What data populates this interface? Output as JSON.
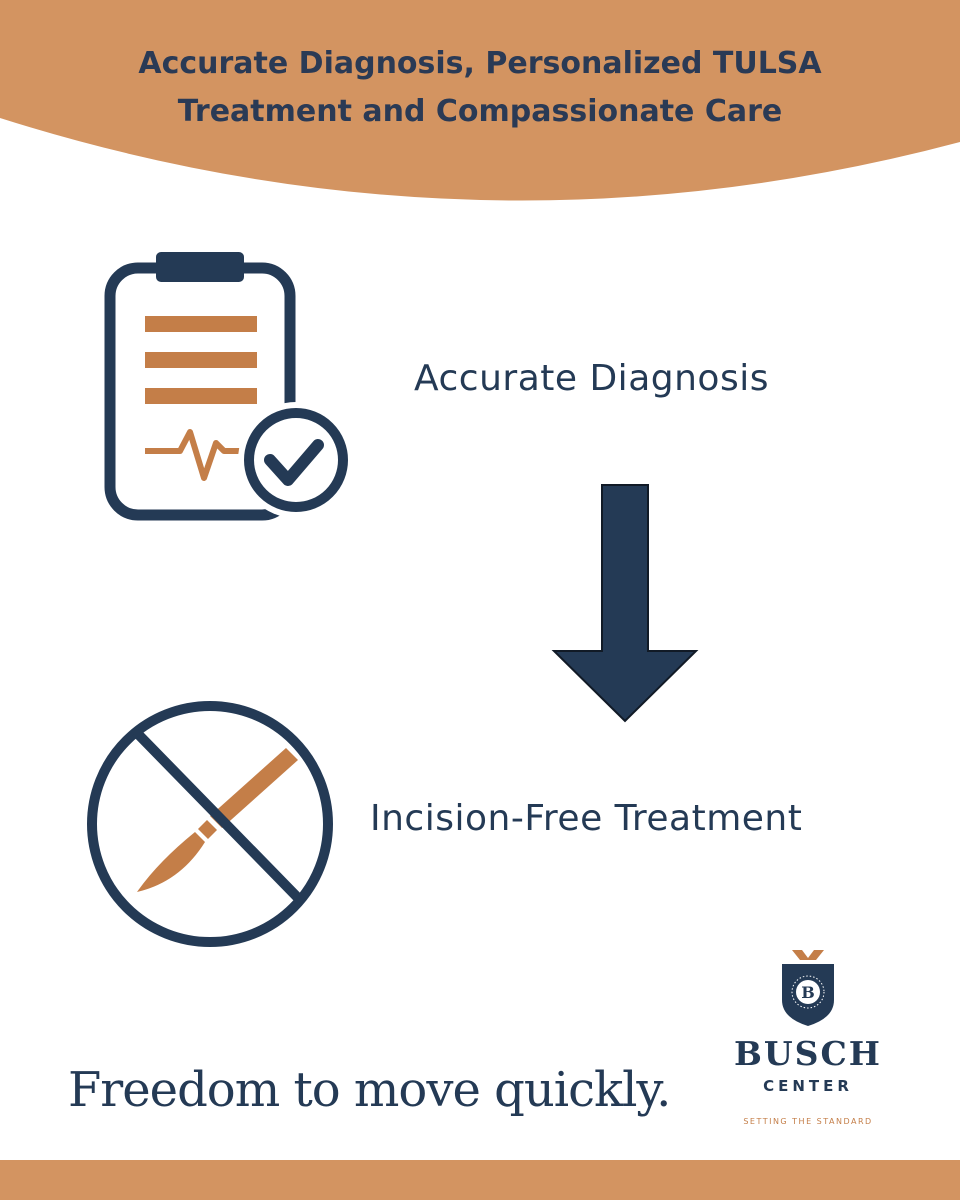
{
  "header": {
    "title_line_1": "Accurate Diagnosis, Personalized TULSA",
    "title_line_2": "Treatment and Compassionate Care"
  },
  "steps": [
    {
      "label": "Accurate Diagnosis",
      "icon": "clipboard-check-icon"
    },
    {
      "label": "Incision-Free Treatment",
      "icon": "no-scalpel-icon"
    }
  ],
  "tagline": "Freedom to move quickly.",
  "logo": {
    "initial": "B",
    "name": "BUSCH",
    "sub": "CENTER",
    "tagline": "SETTING THE STANDARD"
  },
  "colors": {
    "accent_orange": "#d39461",
    "icon_orange": "#c47e48",
    "navy": "#243a55"
  }
}
